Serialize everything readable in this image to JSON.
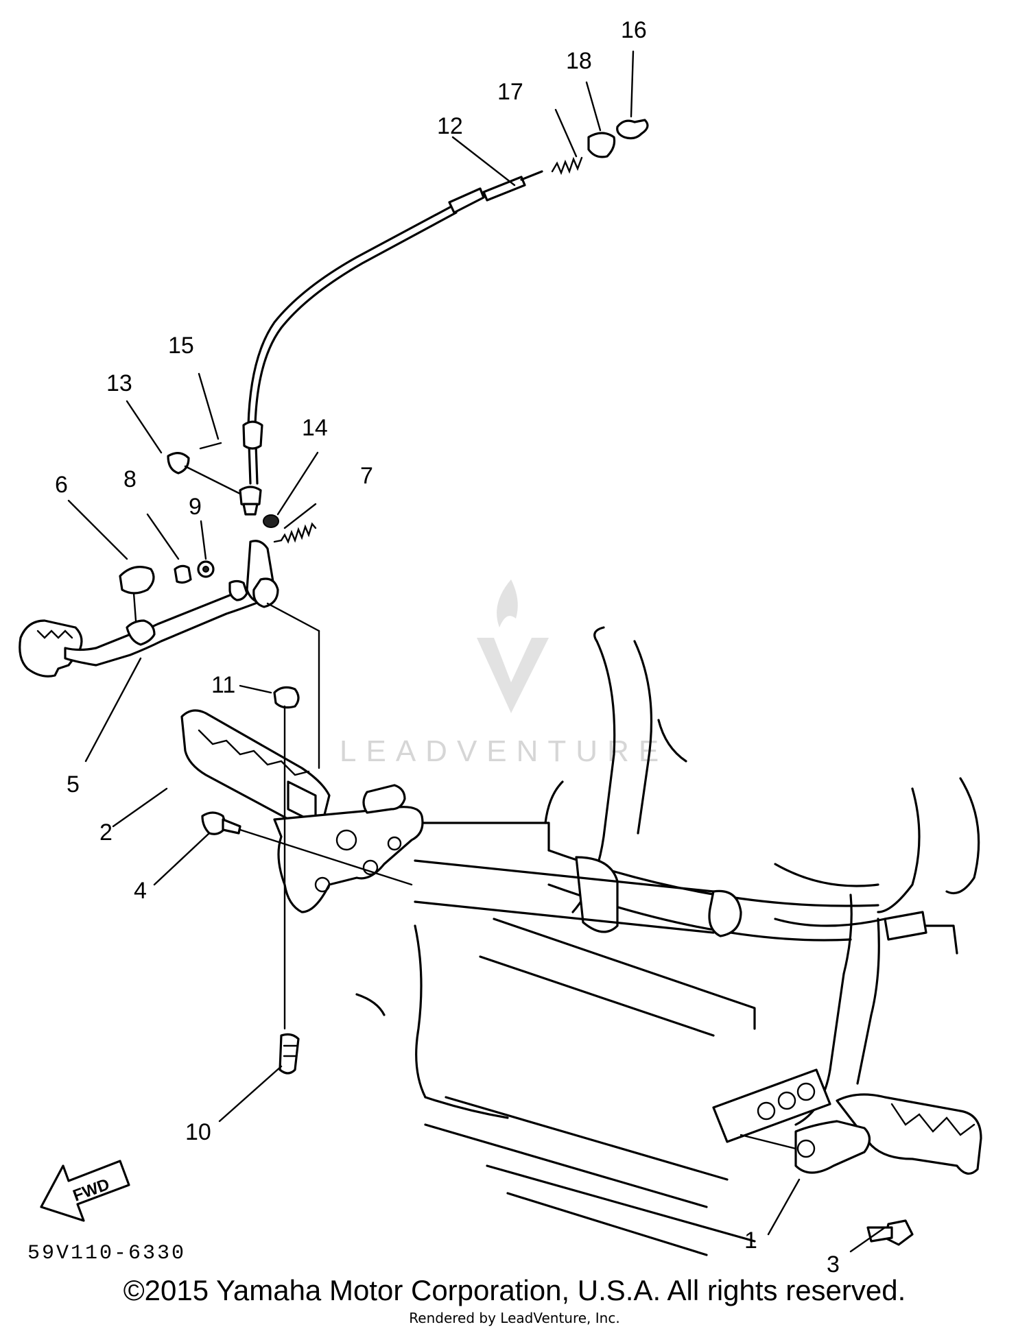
{
  "diagram": {
    "callouts": [
      {
        "id": "1",
        "label": "1"
      },
      {
        "id": "2",
        "label": "2"
      },
      {
        "id": "3",
        "label": "3"
      },
      {
        "id": "4",
        "label": "4"
      },
      {
        "id": "5",
        "label": "5"
      },
      {
        "id": "6",
        "label": "6"
      },
      {
        "id": "7",
        "label": "7"
      },
      {
        "id": "8",
        "label": "8"
      },
      {
        "id": "9",
        "label": "9"
      },
      {
        "id": "10",
        "label": "10"
      },
      {
        "id": "11",
        "label": "11"
      },
      {
        "id": "12",
        "label": "12"
      },
      {
        "id": "13",
        "label": "13"
      },
      {
        "id": "14",
        "label": "14"
      },
      {
        "id": "15",
        "label": "15"
      },
      {
        "id": "16",
        "label": "16"
      },
      {
        "id": "17",
        "label": "17"
      },
      {
        "id": "18",
        "label": "18"
      }
    ],
    "direction_label": "FWD",
    "figure_code": "59V110-6330"
  },
  "watermark": {
    "brand": "LEADVENTURE",
    "color": "#d6d6d6"
  },
  "footer": {
    "copyright": "©2015 Yamaha Motor Corporation, U.S.A. All rights reserved.",
    "rendered_by": "Rendered by LeadVenture, Inc."
  }
}
